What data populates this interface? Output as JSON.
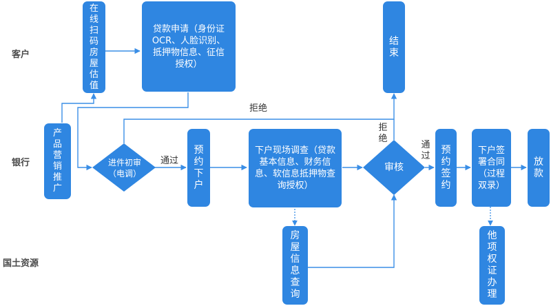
{
  "lanes": {
    "customer": "客户",
    "bank": "银行",
    "land": "国土资源"
  },
  "nodes": {
    "online_valuation": "在线扫码房屋估值",
    "loan_application": "贷款申请（身份证OCR、人脸识别、抵押物信息、征信授权）",
    "end": "结束",
    "product_marketing": "产品营销推广",
    "initial_review": "进件初审（电调）",
    "appointment_visit": "预约下户",
    "site_investigation": "下户现场调查（贷款基本信息、财务信息、软信息抵押物查询授权）",
    "approval": "审核",
    "appointment_sign": "预约签约",
    "sign_contract": "下户签署合同（过程双录）",
    "disbursement": "放款",
    "property_query": "房屋信息查询",
    "other_certificates": "他项权证办理"
  },
  "edge_labels": {
    "pass_1": "通过",
    "reject_top": "拒绝",
    "reject_side": "拒绝",
    "pass_2": "通过"
  },
  "colors": {
    "node_fill": "#2f86e1",
    "connector": "#3a8ee6"
  }
}
